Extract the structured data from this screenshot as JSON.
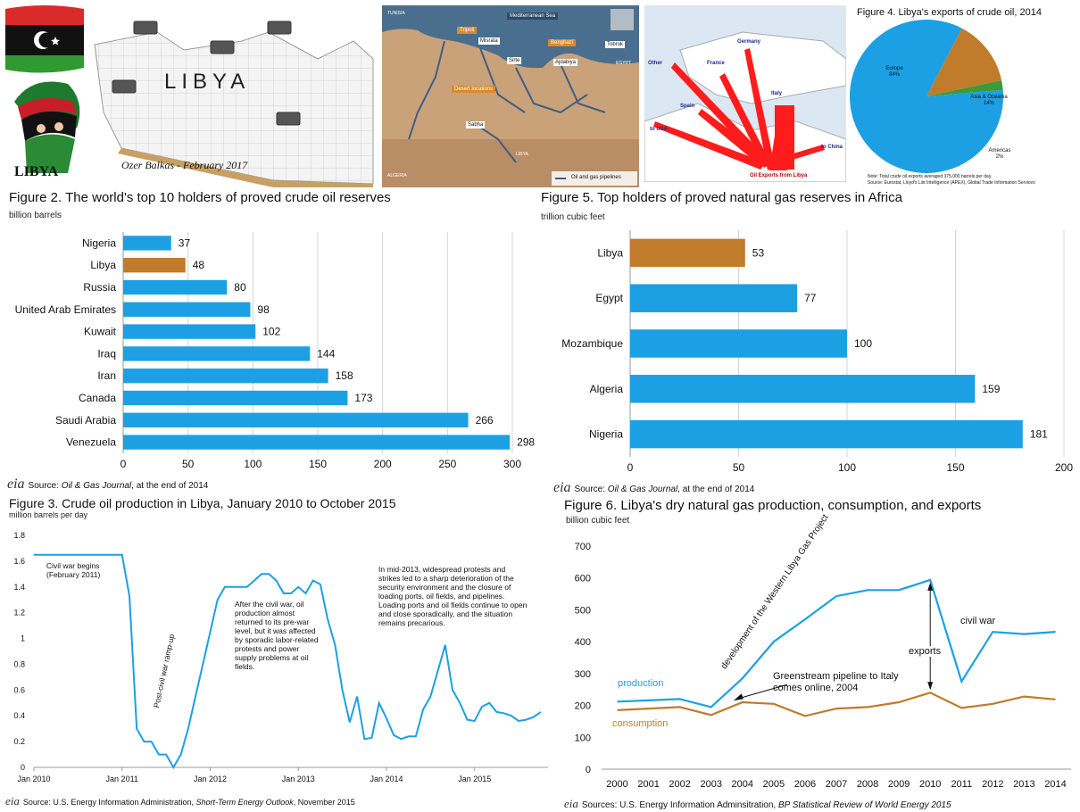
{
  "collage": {
    "libya_label": "LIBYA",
    "libya_small_label": "LIBYA",
    "author": "Ozer Balkas - February 2017",
    "map": {
      "labels": {
        "tunisia": "TUNISIA",
        "med_sea": "Mediterranean Sea",
        "tripoli": "Tripoli",
        "misrata": "Misrata",
        "benghazi": "Benghazi",
        "tobruk": "Tobruk",
        "egypt": "EGYPT",
        "ajdabiya": "Ajdabiya",
        "sirte": "Sirte",
        "desert": "Desert locations",
        "sabha": "Sabha",
        "libya": "LIBYA",
        "algeria": "ALGERIA",
        "legend": "Oil and gas pipelines"
      }
    },
    "flows": {
      "germany": "Germany",
      "france": "France",
      "other": "Other",
      "spain": "Spain",
      "italy": "Italy",
      "usa": "to USA",
      "china": "to China",
      "caption": "Oil Exports from Libya"
    },
    "pie": {
      "title": "Figure 4. Libya's exports of crude oil, 2014",
      "note": "Note: Total crude oil exports averaged 375,000 barrels per day.",
      "source": "Source: Eurostat, Lloyd's List Intelligence (APEX), Global Trade Information Services"
    }
  },
  "fig2": {
    "title": "Figure 2. The world's top 10 holders of proved crude oil reserves",
    "unit": "billion barrels",
    "source_prefix": "Source: ",
    "source_italic": "Oil & Gas Journal",
    "source_suffix": ", at the end of 2014"
  },
  "fig3": {
    "title": "Figure 3. Crude oil production in Libya, January 2010 to October 2015",
    "unit": "million barrels per day",
    "source_prefix": "Source: U.S. Energy Information Administration, ",
    "source_italic": "Short-Term Energy Outlook",
    "source_suffix": ", November 2015"
  },
  "fig5": {
    "title": "Figure 5. Top holders of proved natural gas reserves in Africa",
    "unit": "trillion cubic feet",
    "source_prefix": "Source: ",
    "source_italic": "Oil & Gas Journal",
    "source_suffix": ", at the end of 2014"
  },
  "fig6": {
    "title": "Figure 6. Libya's dry natural gas production, consumption, and exports",
    "unit": "billion cubic feet",
    "source_prefix": "Sources: U.S. Energy Information Adminsitration, ",
    "source_italic": "BP Statistical Review of World Energy 2015",
    "source_suffix": ""
  },
  "eia_logo": "eia",
  "colors": {
    "blue": "#1ca0e3",
    "brown": "#c07b2b",
    "green": "#3c9a3c"
  },
  "chart_data": [
    {
      "id": "fig2",
      "type": "bar",
      "orientation": "horizontal",
      "categories": [
        "Nigeria",
        "Libya",
        "Russia",
        "United Arab Emirates",
        "Kuwait",
        "Iraq",
        "Iran",
        "Canada",
        "Saudi Arabia",
        "Venezuela"
      ],
      "values": [
        37,
        48,
        80,
        98,
        102,
        144,
        158,
        173,
        266,
        298
      ],
      "highlight": "Libya",
      "xlim": [
        0,
        300
      ],
      "xticks": [
        "0",
        "50",
        "100",
        "150",
        "200",
        "250",
        "300"
      ],
      "grid": true
    },
    {
      "id": "fig5",
      "type": "bar",
      "orientation": "horizontal",
      "categories": [
        "Libya",
        "Egypt",
        "Mozambique",
        "Algeria",
        "Nigeria"
      ],
      "values": [
        53,
        77,
        100,
        159,
        181
      ],
      "highlight": "Libya",
      "xlim": [
        0,
        200
      ],
      "xticks": [
        "0",
        "50",
        "100",
        "150",
        "200"
      ],
      "grid": true
    },
    {
      "id": "fig3",
      "type": "line",
      "ylim": [
        0,
        1.8
      ],
      "yticks": [
        "0",
        "0.2",
        "0.4",
        "0.6",
        "0.8",
        "1",
        "1.2",
        "1.4",
        "1.6",
        "1.8"
      ],
      "xticks": [
        "Jan 2010",
        "Jan 2011",
        "Jan 2012",
        "Jan 2013",
        "Jan 2014",
        "Jan 2015"
      ],
      "months_span": 70,
      "series": [
        {
          "values": [
            1.65,
            1.65,
            1.65,
            1.65,
            1.65,
            1.65,
            1.65,
            1.65,
            1.65,
            1.65,
            1.65,
            1.65,
            1.65,
            1.33,
            0.3,
            0.2,
            0.2,
            0.1,
            0.1,
            0.0,
            0.1,
            0.3,
            0.55,
            0.8,
            1.05,
            1.3,
            1.4,
            1.4,
            1.4,
            1.4,
            1.45,
            1.5,
            1.5,
            1.45,
            1.35,
            1.35,
            1.4,
            1.35,
            1.45,
            1.42,
            1.15,
            0.95,
            0.6,
            0.35,
            0.55,
            0.22,
            0.23,
            0.5,
            0.38,
            0.25,
            0.22,
            0.24,
            0.24,
            0.45,
            0.55,
            0.75,
            0.95,
            0.6,
            0.5,
            0.37,
            0.36,
            0.47,
            0.5,
            0.43,
            0.42,
            0.4,
            0.36,
            0.37,
            0.39,
            0.43
          ]
        }
      ],
      "annotations": [
        "Civil war begins (February 2011)",
        "After the civil war, oil production almost returned to its pre-war level, but it was affected by sporadic labor-related protests and power supply problems at oil fields.",
        "Post-civil war ramp-up",
        "In mid-2013, widespread protests and strikes led to a sharp deterioration of the security environment and the closure of loading ports, oil fields, and pipelines. Loading ports and oil fields continue to open and close sporadically, and the situation remains precarious."
      ]
    },
    {
      "id": "fig6",
      "type": "line",
      "x": [
        "2000",
        "2001",
        "2002",
        "2003",
        "2004",
        "2005",
        "2006",
        "2007",
        "2008",
        "2009",
        "2010",
        "2011",
        "2012",
        "2013",
        "2014"
      ],
      "ylim": [
        0,
        700
      ],
      "yticks": [
        "0",
        "100",
        "200",
        "300",
        "400",
        "500",
        "600",
        "700"
      ],
      "series": [
        {
          "name": "production",
          "values": [
            212,
            216,
            220,
            195,
            285,
            400,
            470,
            543,
            562,
            562,
            594,
            275,
            431,
            424,
            431
          ]
        },
        {
          "name": "consumption",
          "values": [
            185,
            190,
            195,
            170,
            210,
            205,
            167,
            190,
            195,
            210,
            240,
            192,
            205,
            228,
            219
          ]
        }
      ],
      "annotations": [
        "development of the Western Libya Gas Project",
        "Greenstream pipeline to Italy comes online, 2004",
        "exports",
        "civil war"
      ]
    },
    {
      "id": "fig4",
      "type": "pie",
      "labels": [
        "Europe",
        "Asia & Oceania",
        "Americas"
      ],
      "values": [
        84,
        14,
        2
      ],
      "value_labels": [
        "84%",
        "14%",
        "2%"
      ]
    }
  ]
}
